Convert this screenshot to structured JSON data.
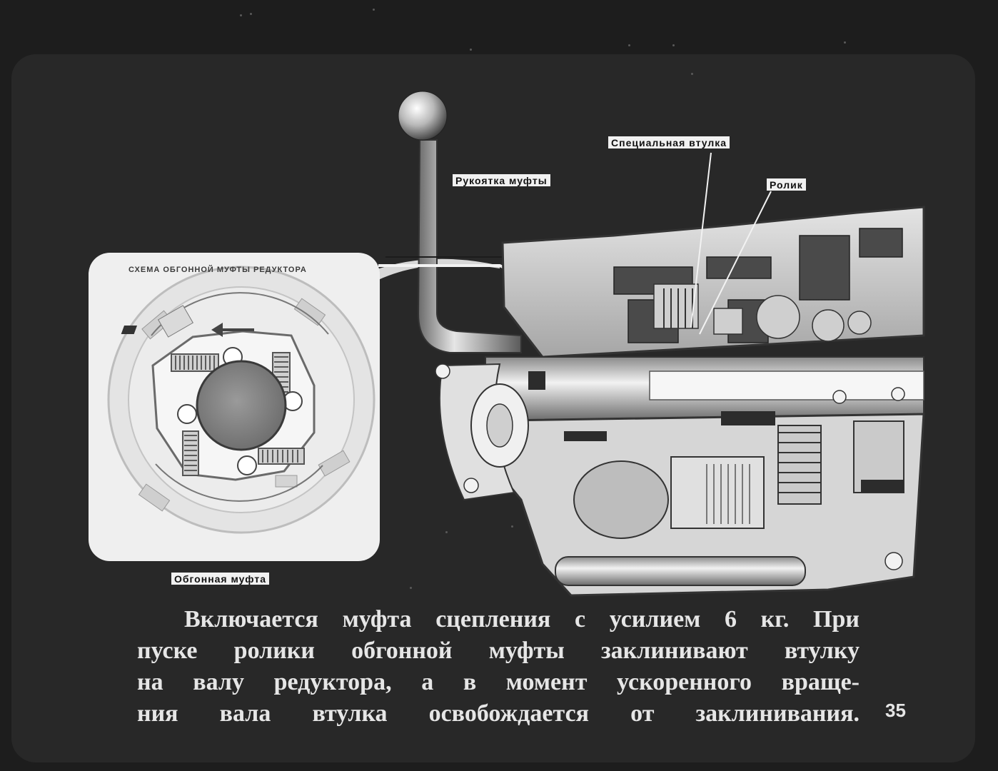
{
  "labels": {
    "special_sleeve": "Специальная втулка",
    "clutch_handle": "Рукоятка муфты",
    "roller": "Ролик",
    "inset_title": "СХЕМА ОБГОННОЙ МУФТЫ РЕДУКТОРА",
    "overrunning_clutch": "Обгонная муфта"
  },
  "caption": {
    "line1": "Включается муфта сцепления с усилием 6 кг. При",
    "line2": "пуске ролики обгонной муфты заклинивают втулку",
    "line3": "на валу редуктора, а в момент ускоренного враще-",
    "line4": "ния вала втулка освобождается от заклинивания."
  },
  "page_number": "35",
  "colors": {
    "background": "#1d1d1d",
    "frame": "#282828",
    "drawing_light": "#e8e8e8",
    "drawing_mid": "#9a9a9a",
    "drawing_dark": "#3c3c3c",
    "text": "#e6e6e6"
  }
}
